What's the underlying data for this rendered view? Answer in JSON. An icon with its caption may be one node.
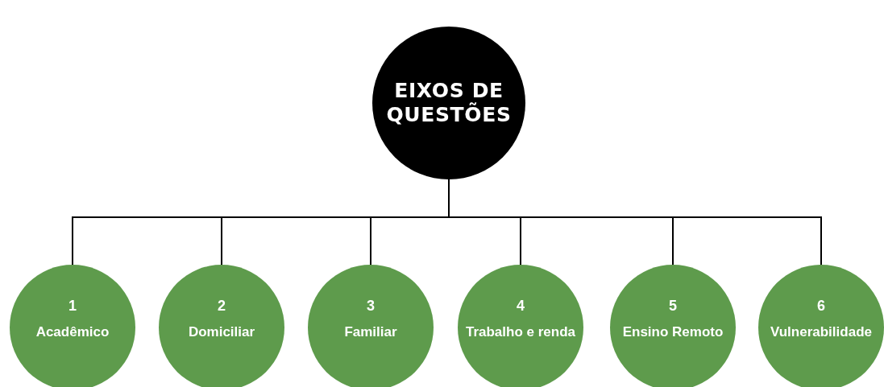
{
  "diagram": {
    "nodes": [
      {
        "text": [
          "EIXOS DE QUESTÕES"
        ]
      },
      {
        "text": [
          "1",
          "Acadêmico"
        ]
      },
      {
        "text": [
          "2",
          "Domiciliar"
        ]
      },
      {
        "text": [
          "3",
          "Familiar"
        ]
      },
      {
        "text": [
          "4",
          "Trabalho e renda"
        ]
      },
      {
        "text": [
          "5",
          "Ensino Remoto"
        ]
      },
      {
        "text": [
          "6",
          "Vulnerabilidade"
        ]
      }
    ],
    "edges": [
      {
        "from": 0,
        "to": 1,
        "arrow": "none"
      },
      {
        "from": 0,
        "to": 2,
        "arrow": "none"
      },
      {
        "from": 0,
        "to": 3,
        "arrow": "none"
      },
      {
        "from": 0,
        "to": 4,
        "arrow": "none"
      },
      {
        "from": 0,
        "to": 5,
        "arrow": "none"
      },
      {
        "from": 0,
        "to": 6,
        "arrow": "none"
      }
    ]
  }
}
